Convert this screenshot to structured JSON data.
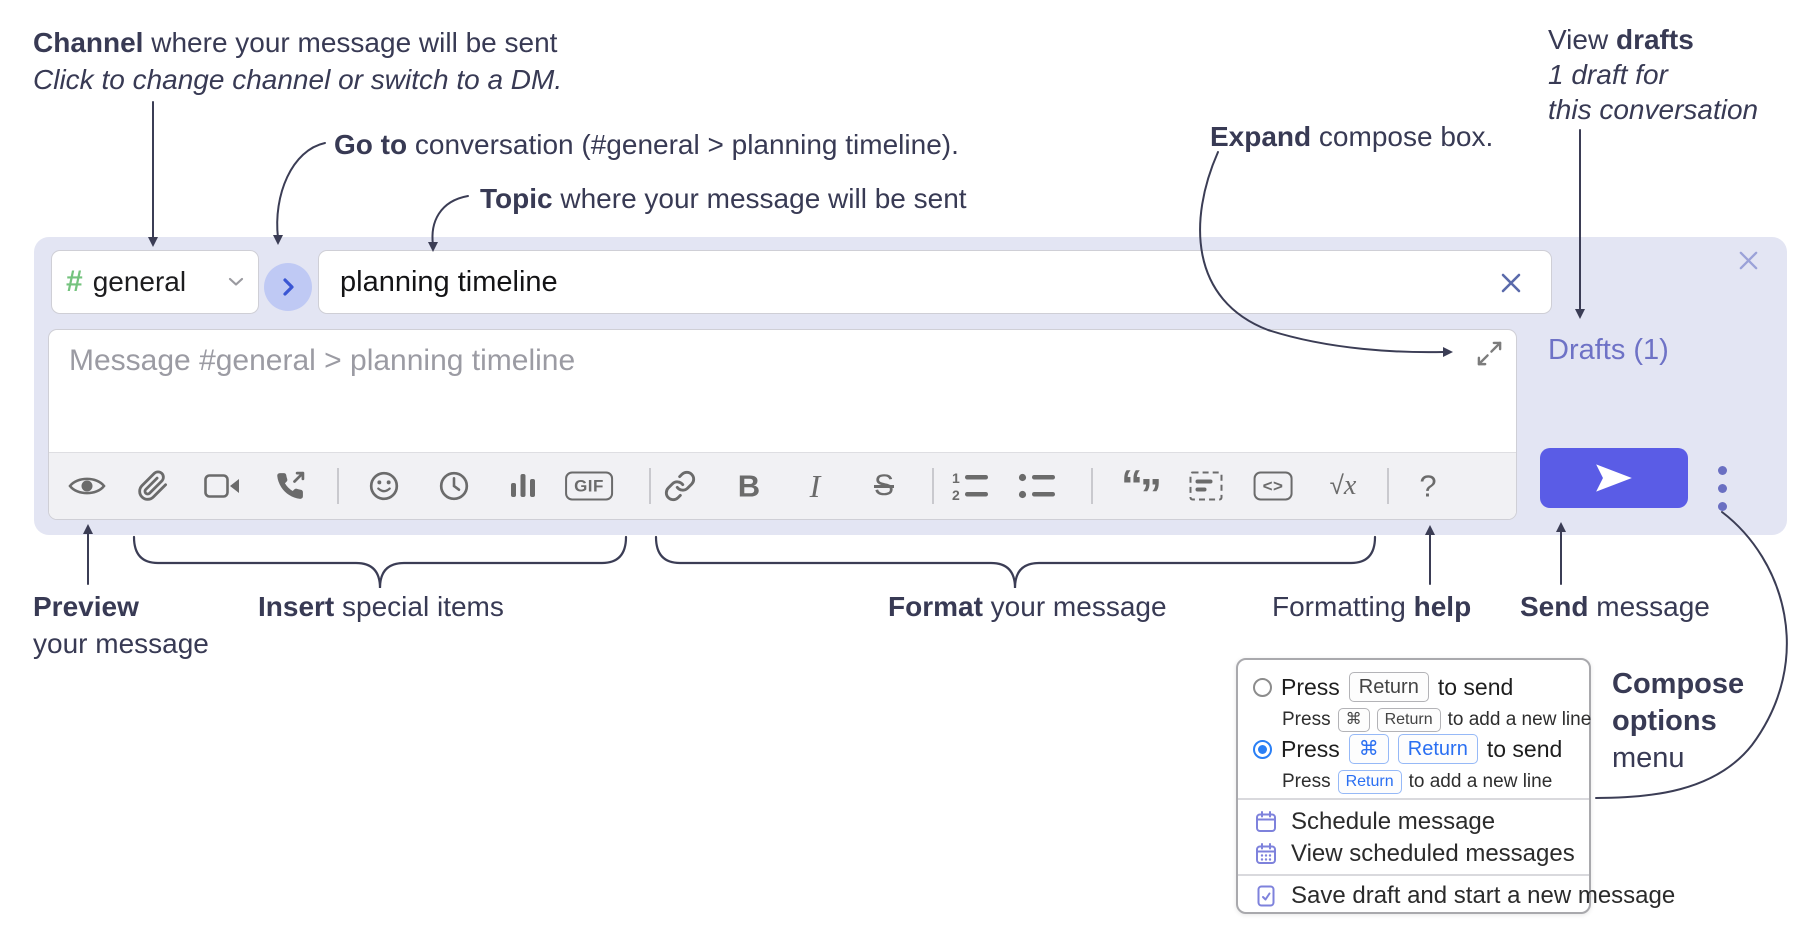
{
  "annotations": {
    "channel": {
      "bold": "Channel",
      "rest": " where your message will be sent",
      "italic": "Click to change channel or switch to a DM."
    },
    "goto": {
      "bold": "Go to",
      "rest": " conversation (#general > planning timeline)."
    },
    "topic": {
      "bold": "Topic",
      "rest": " where your message will be sent"
    },
    "expand": {
      "bold": "Expand",
      "rest": " compose box."
    },
    "drafts": {
      "pre": "View ",
      "bold": "drafts",
      "line2": "1 draft for",
      "line3": "this conversation"
    },
    "preview": {
      "bold": "Preview",
      "line2": "your message"
    },
    "insert": {
      "bold": "Insert",
      "rest": " special items"
    },
    "format": {
      "bold": "Format",
      "rest": " your message"
    },
    "help": {
      "pre": "Formatting ",
      "bold": "help"
    },
    "send": {
      "bold": "Send",
      "rest": " message"
    },
    "compose_options": {
      "bold1": "Compose",
      "bold2": "options",
      "rest": "menu"
    }
  },
  "compose": {
    "channel_hash": "#",
    "channel_name": "general",
    "topic_value": "planning timeline",
    "message_placeholder": "Message #general > planning timeline",
    "drafts_label": "Drafts (1)"
  },
  "toolbar": {
    "icons": [
      "preview",
      "attach-file",
      "video-call",
      "audio-call",
      "emoji",
      "time",
      "poll",
      "gif",
      "link",
      "bold",
      "italic",
      "strikethrough",
      "numbered-list",
      "bulleted-list",
      "quote",
      "spoiler",
      "code",
      "math",
      "help"
    ],
    "gif": "GIF",
    "bold": "B",
    "italic": "I",
    "strike": "S",
    "quote_open": "“",
    "quote_close": "”",
    "ol1": "1",
    "ol2": "2",
    "code": "<>",
    "math_root": "√",
    "math_var": "x",
    "help": "?"
  },
  "options_menu": {
    "rows": {
      "r1": {
        "pre": "Press",
        "key1": "Return",
        "post": "to send"
      },
      "r1sub": {
        "pre": "Press",
        "key1": "⌘",
        "key2": "Return",
        "post": "to add a new line"
      },
      "r2": {
        "pre": "Press",
        "key1": "⌘",
        "key2": "Return",
        "post": "to send"
      },
      "r2sub": {
        "pre": "Press",
        "key1": "Return",
        "post": "to add a new line"
      }
    },
    "items": [
      {
        "icon": "calendar-icon",
        "label": "Schedule message"
      },
      {
        "icon": "calendar-grid-icon",
        "label": "View scheduled messages"
      },
      {
        "icon": "save-draft-icon",
        "label": "Save draft and start a new message"
      }
    ]
  },
  "colors": {
    "annotation_ink": "#383a54",
    "compose_bg": "#e3e5f3",
    "send_accent": "#5a5ce6",
    "drafts_link": "#6e72c6",
    "channel_hash_green": "#74c37e",
    "radio_selected": "#2a7ff5",
    "kbd_blue": "#2a6ff2",
    "toolbar_icon_gray": "#6b6b6b"
  }
}
